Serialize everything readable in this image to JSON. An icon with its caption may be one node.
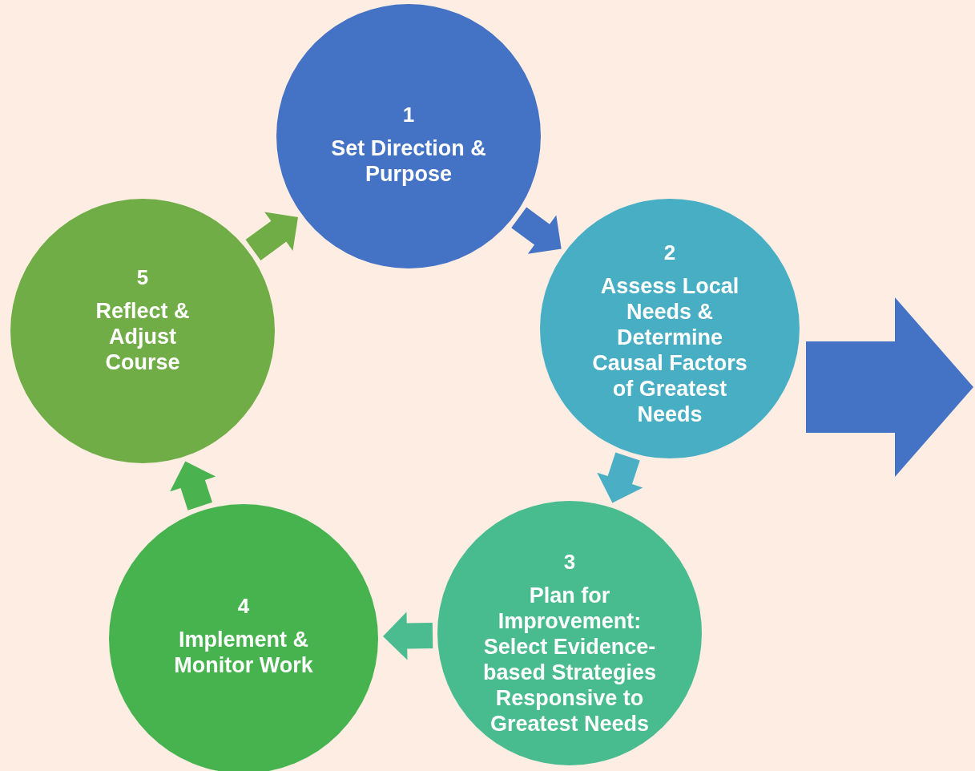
{
  "diagram": {
    "nodes": [
      {
        "text": [
          "1",
          "Set Direction & Purpose"
        ]
      },
      {
        "text": [
          "2",
          "Assess Local Needs & Determine Causal Factors of Greatest Needs"
        ]
      },
      {
        "text": [
          "3",
          "Plan for Improvement: Select Evidence-based Strategies Responsive to Greatest Needs"
        ]
      },
      {
        "text": [
          "4",
          "Implement & Monitor Work"
        ]
      },
      {
        "text": [
          "5",
          "Reflect & Adjust Course"
        ]
      }
    ],
    "edges": [
      {
        "from": 0,
        "to": 1,
        "arrow": "to",
        "style": "thick",
        "color": "#4472c4"
      },
      {
        "from": 1,
        "to": 2,
        "arrow": "to",
        "style": "thick",
        "color": "#4aaec4"
      },
      {
        "from": 2,
        "to": 3,
        "arrow": "to",
        "style": "thick",
        "color": "#4bbb90"
      },
      {
        "from": 3,
        "to": 4,
        "arrow": "to",
        "style": "thick",
        "color": "#4ab24f"
      },
      {
        "from": 4,
        "to": 0,
        "arrow": "to",
        "style": "thick",
        "color": "#70ad47"
      },
      {
        "from": 1,
        "to": null,
        "arrow": "to",
        "style": "thick",
        "color": "#4472c4"
      }
    ]
  }
}
